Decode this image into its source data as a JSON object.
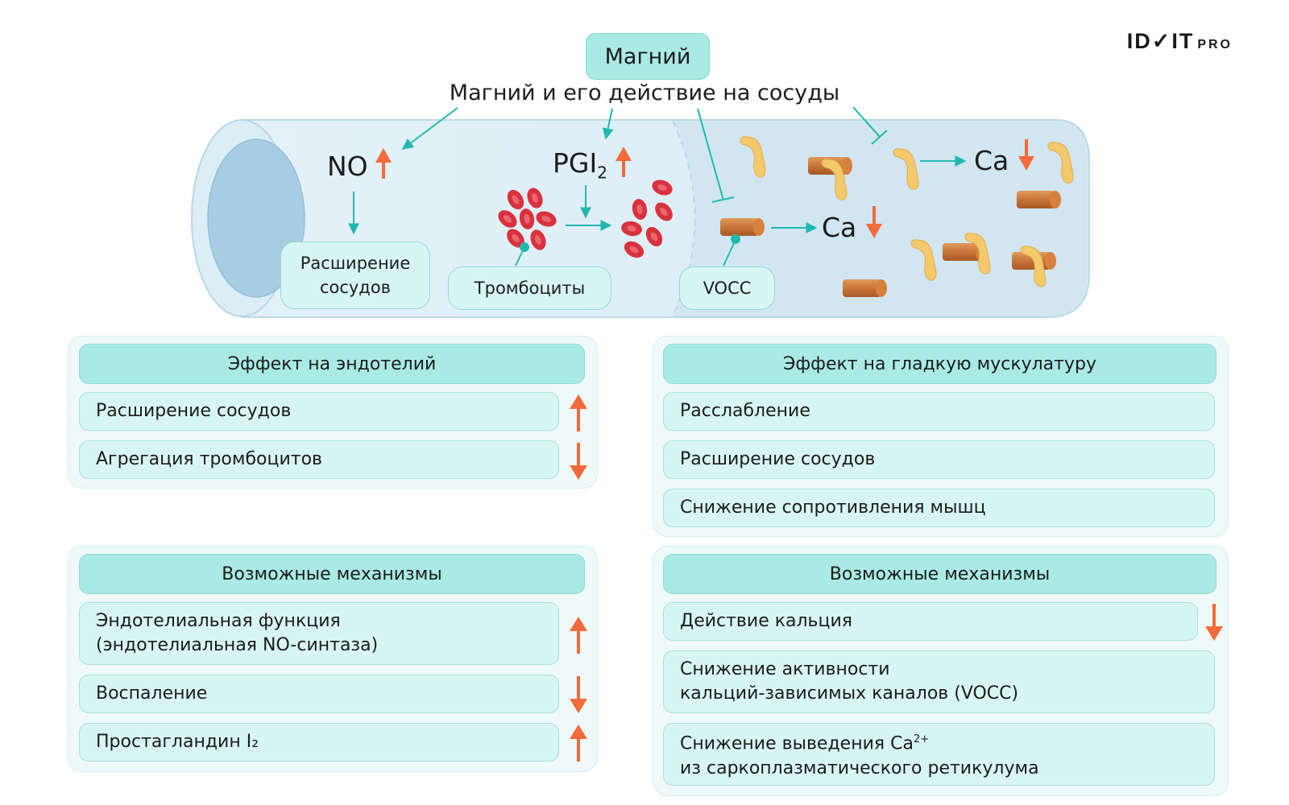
{
  "logo": "ID✓IT",
  "logo_suffix": "PRO",
  "title": "Магний",
  "subtitle": "Магний и его действие на сосуды",
  "vessel_labels": {
    "no": "NO",
    "pgi": "PGI",
    "pgi_sub": "2",
    "ca1": "Ca",
    "ca2": "Ca"
  },
  "bubbles": {
    "dilation_line1": "Расширение",
    "dilation_line2": "сосудов",
    "platelets": "Тромбоциты",
    "vocc": "VOCC"
  },
  "panels": {
    "endothelium": {
      "header": "Эффект на эндотелий",
      "rows": [
        {
          "text": "Расширение сосудов",
          "trend": "up"
        },
        {
          "text": "Агрегация тромбоцитов",
          "trend": "down"
        }
      ]
    },
    "smooth_muscle": {
      "header": "Эффект на гладкую мускулатуру",
      "rows": [
        {
          "text": "Расслабление"
        },
        {
          "text": "Расширение сосудов"
        },
        {
          "text": "Снижение сопротивления мышц"
        }
      ]
    },
    "mechanisms_left": {
      "header": "Возможные механизмы",
      "rows": [
        {
          "line1": "Эндотелиальная функция",
          "line2": "(эндотелиальная NO-синтаза)",
          "trend": "up"
        },
        {
          "text": "Воспаление",
          "trend": "down"
        },
        {
          "text": "Простагландин I₂",
          "trend": "up"
        }
      ]
    },
    "mechanisms_right": {
      "header": "Возможные механизмы",
      "rows": [
        {
          "text": "Действие кальция",
          "trend": "down"
        },
        {
          "line1": "Снижение активности",
          "line2": "кальций-зависимых каналов (VOCC)"
        },
        {
          "line1": "Снижение выведения Ca",
          "line1_sup": "2+",
          "line2": "из саркоплазматического ретикулума"
        }
      ]
    }
  },
  "colors": {
    "teal": "#22b8b0",
    "orange": "#f26b3a",
    "rbc": "#d8323e",
    "channel": "#c8743a",
    "protein": "#f3c96b"
  }
}
